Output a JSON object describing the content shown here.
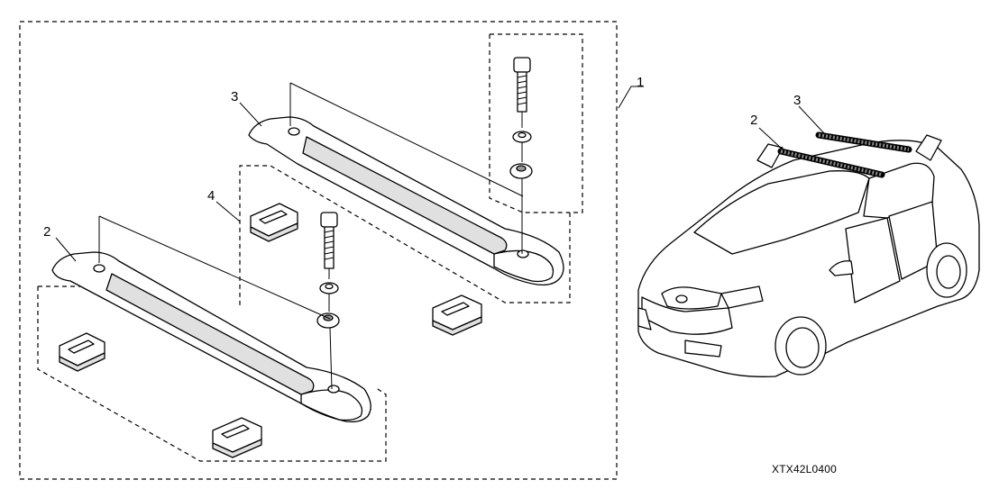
{
  "callouts": {
    "kit": "1",
    "front_bar": "2",
    "rear_bar": "3",
    "hardware_set": "4",
    "vehicle_front_bar": "2",
    "vehicle_rear_bar": "3"
  },
  "figure_code": "XTX42L0400"
}
